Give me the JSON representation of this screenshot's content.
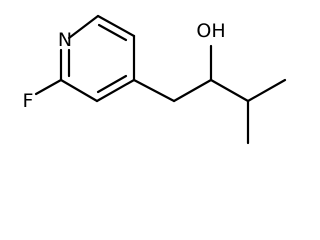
{
  "molecule": {
    "atoms": {
      "nitrogen": "N",
      "fluorine": "F",
      "hydroxyl": "OH"
    },
    "colors": {
      "bond": "#000000",
      "label": "#000000",
      "background": "#ffffff"
    }
  }
}
